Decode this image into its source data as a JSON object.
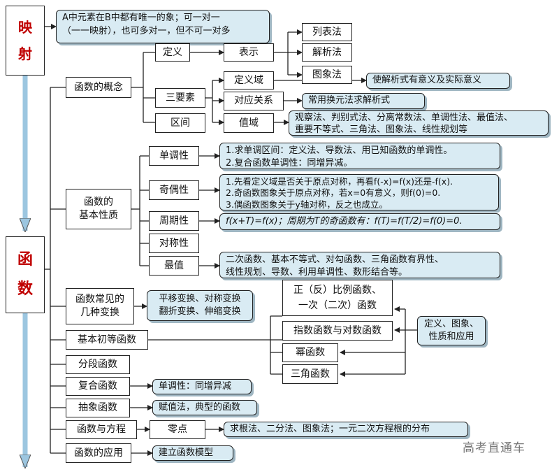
{
  "mapping": {
    "title_top": "映",
    "title_bottom": "射",
    "note_line1": "A中元素在B中都有唯一的象；可一对一",
    "note_line2": "（一一映射），也可多对一，但不可一对多"
  },
  "func": {
    "title_top": "函",
    "title_bottom": "数"
  },
  "concept": {
    "label": "函数的概念",
    "definition": "定义",
    "three_elements": "三要素",
    "interval": "区间",
    "representation": "表示",
    "list_method": "列表法",
    "analytic_method": "解析法",
    "graph_method": "图象法",
    "domain": "定义域",
    "correspondence": "对应关系",
    "range": "值域",
    "domain_note": "使解析式有意义及实际意义",
    "correspondence_note": "常用换元法求解析式",
    "range_note_line1": "观察法、判别式法、分离常数法、单调性法、最值法、",
    "range_note_line2": "重要不等式、三角法、图象法、线性规划等"
  },
  "properties": {
    "label_line1": "函数的",
    "label_line2": "基本性质",
    "monotonic": "单调性",
    "parity": "奇偶性",
    "periodic": "周期性",
    "symmetry": "对称性",
    "extremum": "最值",
    "monotonic_note_line1": "1.求单调区间：定义法、导数法、用已知函数的单调性。",
    "monotonic_note_line2": "2.复合函数单调性：同增异减。",
    "parity_note_line1": "1.先看定义域是否关于原点对称，再看f(-x)=f(x)还是-f(x).",
    "parity_note_line2": "2.奇函数图象关于原点对称，若x=0有意义，则f(0)=0.",
    "parity_note_line3": "3.偶函数图象关于y轴对称，反之也成立。",
    "periodic_note": "f(x+T)=f(x)；周期为T的奇函数有：f(T)=f(T/2)=f(0)=0.",
    "extremum_note_line1": "二次函数、基本不等式、对勾函数、三角函数有界性、",
    "extremum_note_line2": "线性规划、导数、利用单调性、数形结合等。"
  },
  "transforms": {
    "label_line1": "函数常见的",
    "label_line2": "几种变换",
    "note_line1": "平移变换、对称变换",
    "note_line2": "翻折变换、伸缩变换"
  },
  "elementary": {
    "label": "基本初等函数",
    "proportional_line1": "正（反）比例函数、",
    "proportional_line2": "一次（二次）函数",
    "exp_log": "指数函数与对数函数",
    "power": "幂函数",
    "trig": "三角函数",
    "side_note_line1": "定义、图象、",
    "side_note_line2": "性质和应用"
  },
  "piecewise": {
    "label": "分段函数"
  },
  "composite": {
    "label": "复合函数",
    "note": "单调性：同增异减"
  },
  "abstract": {
    "label": "抽象函数",
    "note": "赋值法，典型的函数"
  },
  "equation": {
    "label": "函数与方程",
    "zero": "零点",
    "note": "求根法、二分法、图象法；一元二次方程根的分布"
  },
  "application": {
    "label": "函数的应用",
    "note": "建立函数模型"
  },
  "watermark": "高考直通车"
}
